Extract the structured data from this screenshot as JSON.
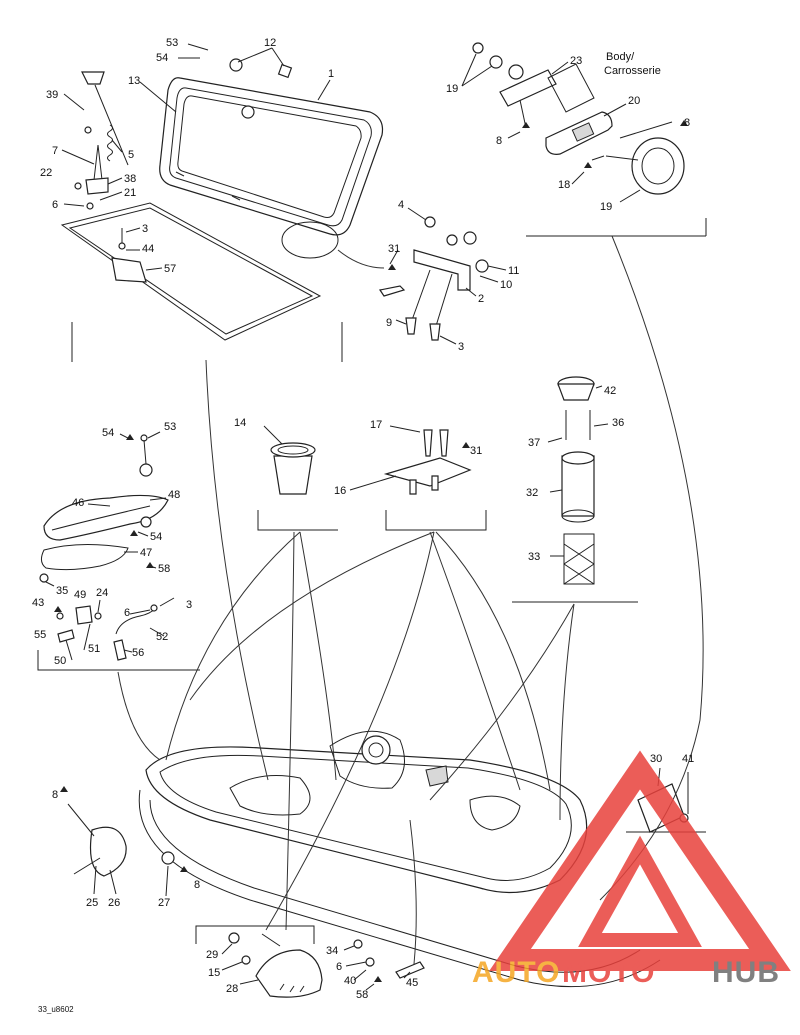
{
  "diagram_code": "33_u8602",
  "labels": {
    "body": "Body/",
    "carrosserie": "Carrosserie"
  },
  "callouts": [
    {
      "id": "c53a",
      "text": "53"
    },
    {
      "id": "c54a",
      "text": "54"
    },
    {
      "id": "c12",
      "text": "12"
    },
    {
      "id": "c1",
      "text": "1"
    },
    {
      "id": "c13",
      "text": "13"
    },
    {
      "id": "c39",
      "text": "39"
    },
    {
      "id": "c5",
      "text": "5"
    },
    {
      "id": "c7",
      "text": "7"
    },
    {
      "id": "c22",
      "text": "22"
    },
    {
      "id": "c38",
      "text": "38"
    },
    {
      "id": "c21",
      "text": "21"
    },
    {
      "id": "c6a",
      "text": "6"
    },
    {
      "id": "c3a",
      "text": "3"
    },
    {
      "id": "c44",
      "text": "44"
    },
    {
      "id": "c57",
      "text": "57"
    },
    {
      "id": "c19a",
      "text": "19"
    },
    {
      "id": "c23",
      "text": "23"
    },
    {
      "id": "c8a",
      "text": "8"
    },
    {
      "id": "c20",
      "text": "20"
    },
    {
      "id": "c8b",
      "text": "8"
    },
    {
      "id": "c18",
      "text": "18"
    },
    {
      "id": "c19b",
      "text": "19"
    },
    {
      "id": "c4",
      "text": "4"
    },
    {
      "id": "c31a",
      "text": "31"
    },
    {
      "id": "c11",
      "text": "11"
    },
    {
      "id": "c10",
      "text": "10"
    },
    {
      "id": "c2",
      "text": "2"
    },
    {
      "id": "c9",
      "text": "9"
    },
    {
      "id": "c3b",
      "text": "3"
    },
    {
      "id": "c42",
      "text": "42"
    },
    {
      "id": "c37",
      "text": "37"
    },
    {
      "id": "c36",
      "text": "36"
    },
    {
      "id": "c32",
      "text": "32"
    },
    {
      "id": "c33",
      "text": "33"
    },
    {
      "id": "c14",
      "text": "14"
    },
    {
      "id": "c17",
      "text": "17"
    },
    {
      "id": "c31b",
      "text": "31"
    },
    {
      "id": "c16",
      "text": "16"
    },
    {
      "id": "c54b",
      "text": "54"
    },
    {
      "id": "c53b",
      "text": "53"
    },
    {
      "id": "c46",
      "text": "46"
    },
    {
      "id": "c48",
      "text": "48"
    },
    {
      "id": "c54c",
      "text": "54"
    },
    {
      "id": "c47",
      "text": "47"
    },
    {
      "id": "c58a",
      "text": "58"
    },
    {
      "id": "c35",
      "text": "35"
    },
    {
      "id": "c49",
      "text": "49"
    },
    {
      "id": "c43",
      "text": "43"
    },
    {
      "id": "c24",
      "text": "24"
    },
    {
      "id": "c6b",
      "text": "6"
    },
    {
      "id": "c3c",
      "text": "3"
    },
    {
      "id": "c55",
      "text": "55"
    },
    {
      "id": "c51",
      "text": "51"
    },
    {
      "id": "c52",
      "text": "52"
    },
    {
      "id": "c50",
      "text": "50"
    },
    {
      "id": "c56",
      "text": "56"
    },
    {
      "id": "c30",
      "text": "30"
    },
    {
      "id": "c41",
      "text": "41"
    },
    {
      "id": "c8c",
      "text": "8"
    },
    {
      "id": "c25",
      "text": "25"
    },
    {
      "id": "c26",
      "text": "26"
    },
    {
      "id": "c27",
      "text": "27"
    },
    {
      "id": "c8d",
      "text": "8"
    },
    {
      "id": "c29",
      "text": "29"
    },
    {
      "id": "c15",
      "text": "15"
    },
    {
      "id": "c28",
      "text": "28"
    },
    {
      "id": "c34",
      "text": "34"
    },
    {
      "id": "c6c",
      "text": "6"
    },
    {
      "id": "c40",
      "text": "40"
    },
    {
      "id": "c58b",
      "text": "58"
    },
    {
      "id": "c45",
      "text": "45"
    }
  ],
  "watermark": {
    "part1": "AUTO",
    "part2": "MOTO",
    "part3": "HUB",
    "color_orange": "#f5a623",
    "color_red": "#e8413c",
    "color_grey": "#6b6b6b"
  }
}
